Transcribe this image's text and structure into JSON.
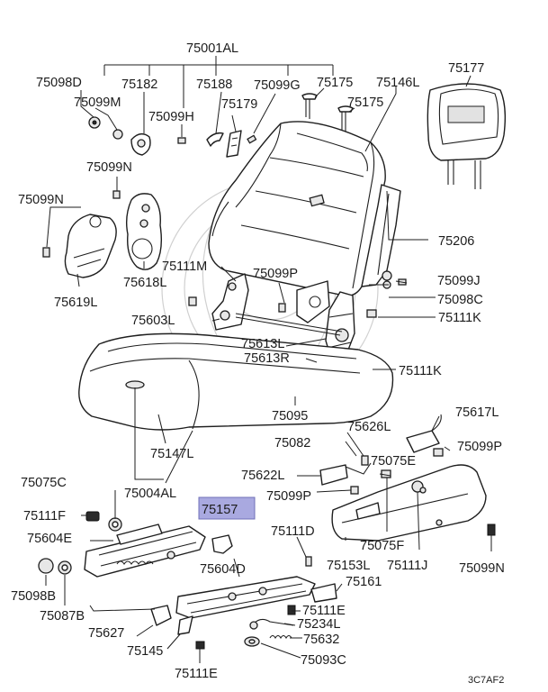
{
  "diagram_code": "3C7AF2",
  "highlighted_part": "75157",
  "labels": {
    "p75001AL": "75001AL",
    "p75098D": "75098D",
    "p75182": "75182",
    "p75188": "75188",
    "p75099G": "75099G",
    "p75175a": "75175",
    "p75146L": "75146L",
    "p75177": "75177",
    "p75099M": "75099M",
    "p75179": "75179",
    "p75175b": "75175",
    "p75099H": "75099H",
    "p75099Na": "75099N",
    "p75099Nb": "75099N",
    "p75206": "75206",
    "p75618L": "75618L",
    "p75619L": "75619L",
    "p75111M": "75111M",
    "p75099P": "75099P",
    "p75099J": "75099J",
    "p75098C": "75098C",
    "p75603L": "75603L",
    "p75111Ka": "75111K",
    "p75613L": "75613L",
    "p75613R": "75613R",
    "p75111Kb": "75111K",
    "p75095": "75095",
    "p75617L": "75617L",
    "p75626L": "75626L",
    "p75082": "75082",
    "p75099Pb": "75099P",
    "p75147L": "75147L",
    "p75075E": "75075E",
    "p75622L": "75622L",
    "p75075C": "75075C",
    "p75004AL": "75004AL",
    "p75099Pc": "75099P",
    "p75157": "75157",
    "p75111F": "75111F",
    "p75111D": "75111D",
    "p75075F": "75075F",
    "p75153L": "75153L",
    "p75111J": "75111J",
    "p75099Nc": "75099N",
    "p75604E": "75604E",
    "p75604D": "75604D",
    "p75161": "75161",
    "p75098B": "75098B",
    "p75087B": "75087B",
    "p75111E": "75111E",
    "p75234L": "75234L",
    "p75627": "75627",
    "p75632": "75632",
    "p75145": "75145",
    "p75093C": "75093C",
    "p75111Eb": "75111E"
  }
}
